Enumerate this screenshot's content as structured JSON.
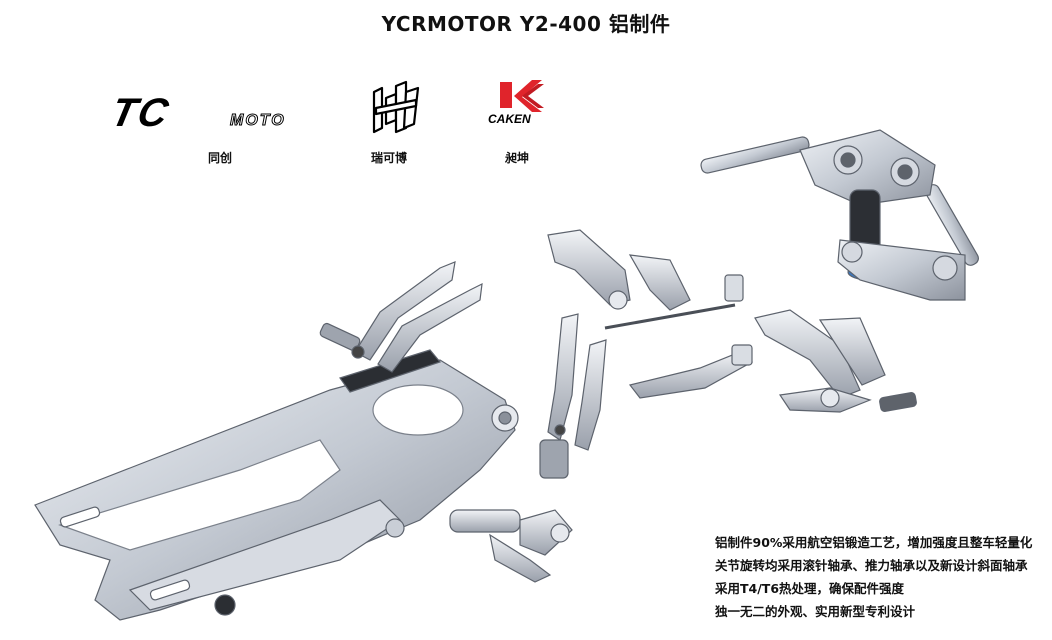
{
  "page": {
    "title": "YCRMOTOR  Y2-400 铝制件"
  },
  "brands": [
    {
      "name": "同创",
      "logo_text": "TC",
      "logo_subtext": "MOTO"
    },
    {
      "name": "瑞可博"
    },
    {
      "name": "昶坤",
      "logo_text": "CAKEN",
      "accent_color": "#e0242b"
    }
  ],
  "features": [
    "铝制件90%采用航空铝锻造工艺，增加强度且整车轻量化",
    "关节旋转均采用滚针轴承、推力轴承以及新设计斜面轴承",
    "采用T4/T6热处理，确保配件强度",
    "独一无二的外观、实用新型专利设计"
  ],
  "colors": {
    "metal_light": "#dfe3ea",
    "metal_mid": "#b9bfc9",
    "metal_dark": "#6f7581",
    "bearing_blue": "#3a78c2"
  }
}
